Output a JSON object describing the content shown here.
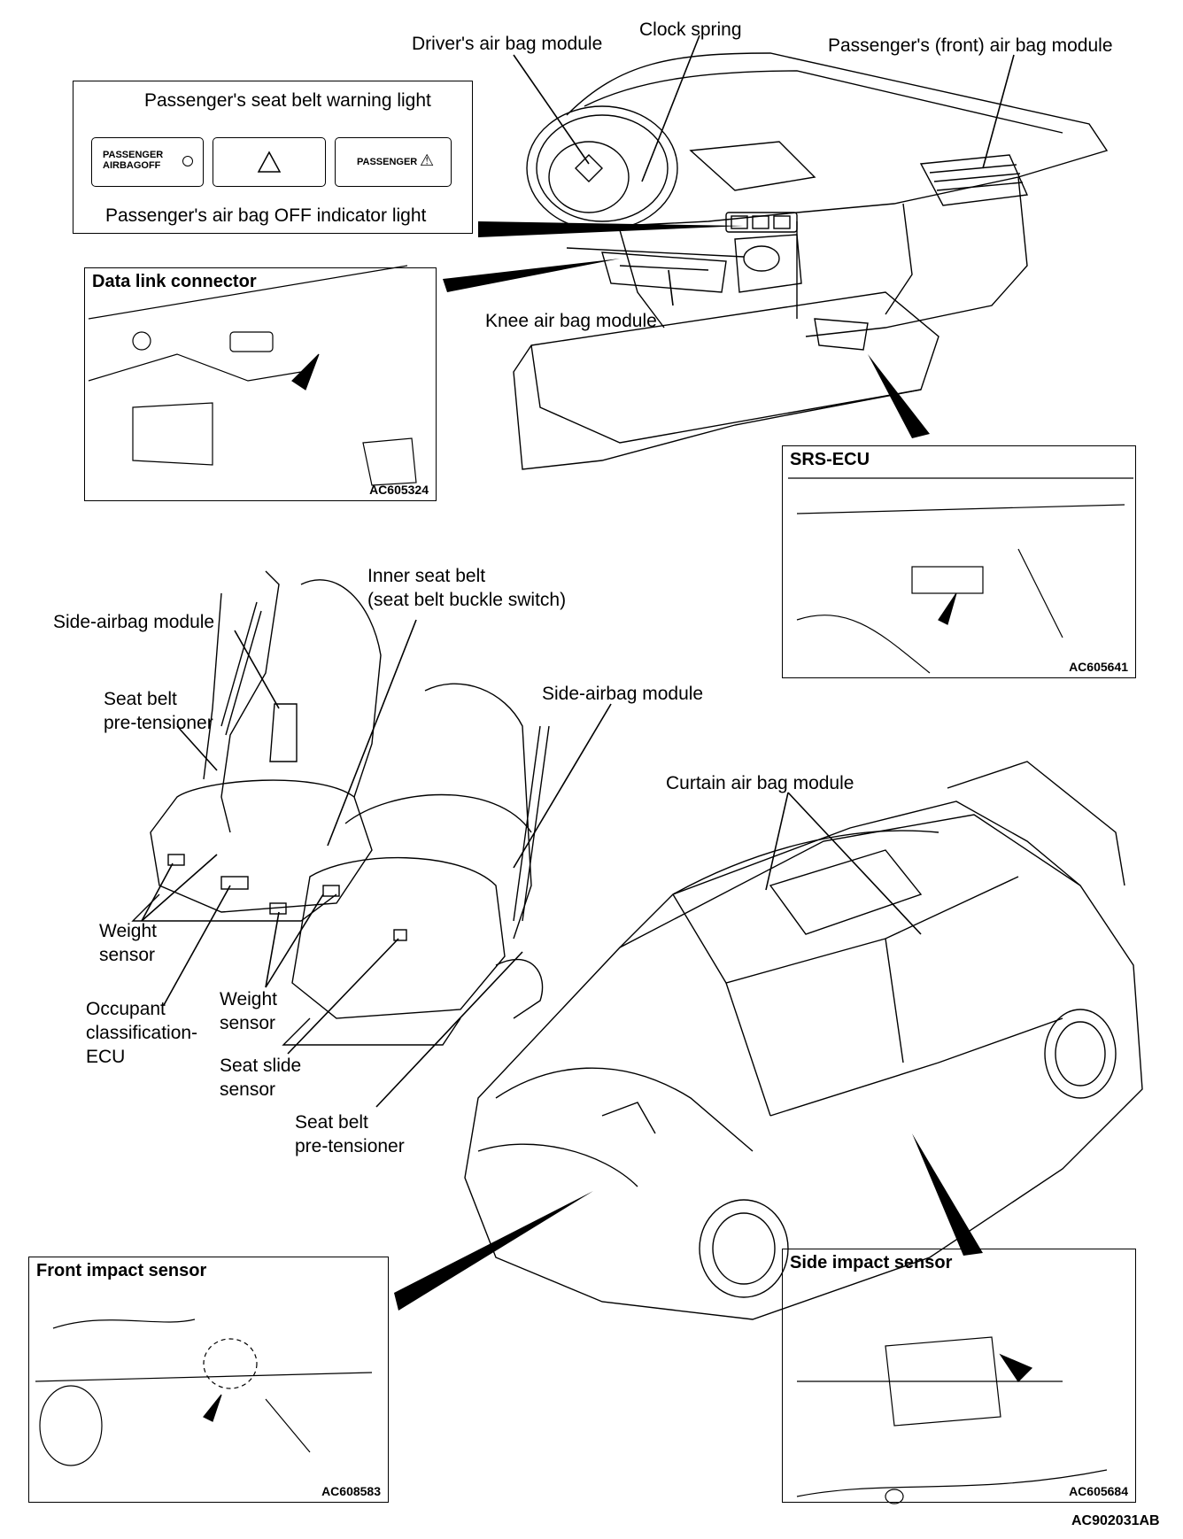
{
  "labels": {
    "drivers_air_bag": "Driver's air bag module",
    "clock_spring": "Clock spring",
    "passenger_front_air_bag": "Passenger's (front) air bag module",
    "knee_air_bag": "Knee air bag module",
    "side_airbag_left": "Side-airbag module",
    "seat_belt_pretensioner_left": "Seat belt\npre-tensioner",
    "inner_seat_belt": "Inner seat belt\n(seat belt buckle switch)",
    "side_airbag_right": "Side-airbag module",
    "weight_sensor_left": "Weight\nsensor",
    "occupant_classification_ecu": "Occupant\nclassification-\nECU",
    "weight_sensor_right": "Weight\nsensor",
    "seat_slide_sensor": "Seat slide\nsensor",
    "seat_belt_pretensioner_right": "Seat belt\npre-tensioner",
    "curtain_air_bag": "Curtain air bag module"
  },
  "panel_indicator": {
    "passenger_seat_belt_warning": "Passenger's seat belt warning light",
    "passenger_air_bag_off": "Passenger's air bag OFF indicator light",
    "button_left_line1": "PASSENGER",
    "button_left_line2": "AIRBAGOFF",
    "button_right": "PASSENGER"
  },
  "insets": {
    "data_link": {
      "title": "Data link connector",
      "code": "AC605324"
    },
    "srs_ecu": {
      "title": "SRS-ECU",
      "code": "AC605641"
    },
    "front_impact": {
      "title": "Front impact sensor",
      "code": "AC608583"
    },
    "side_impact": {
      "title": "Side impact sensor",
      "code": "AC605684"
    }
  },
  "figure_code": "AC902031AB"
}
